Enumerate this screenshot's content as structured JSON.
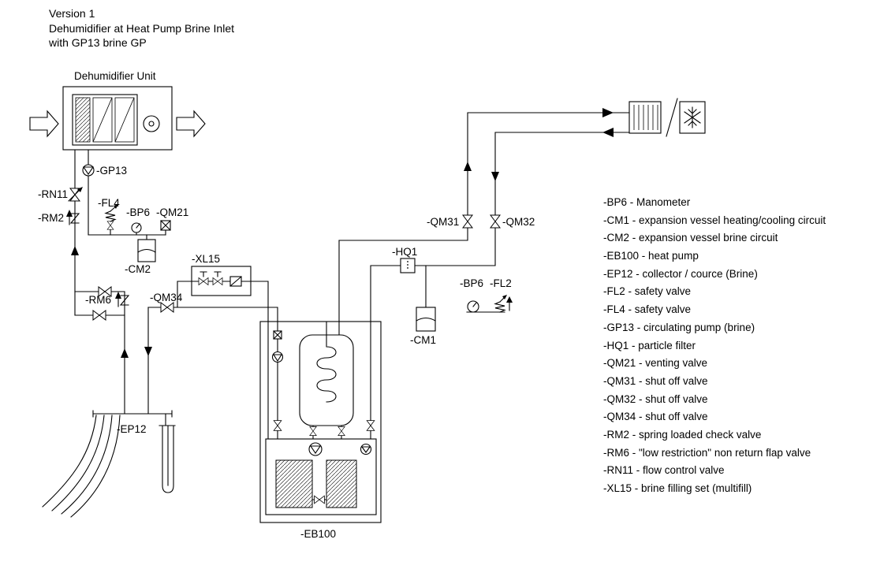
{
  "title": {
    "line1": "Version 1",
    "line2": "Dehumidifier at Heat Pump Brine Inlet",
    "line3": "with GP13 brine GP"
  },
  "diagram": {
    "dehumidifier_label": "Dehumidifier Unit",
    "components": {
      "gp13": "-GP13",
      "rn11": "-RN11",
      "rm2": "-RM2",
      "fl4": "-FL4",
      "bp6_left": "-BP6",
      "qm21": "-QM21",
      "cm2": "-CM2",
      "xl15": "-XL15",
      "rm6": "-RM6",
      "qm34": "-QM34",
      "ep12": "-EP12",
      "eb100": "-EB100",
      "hq1": "-HQ1",
      "qm31": "-QM31",
      "qm32": "-QM32",
      "cm1": "-CM1",
      "bp6_right": "-BP6",
      "fl2": "-FL2"
    }
  },
  "legend": {
    "items": [
      "-BP6 - Manometer",
      "-CM1 - expansion vessel heating/cooling circuit",
      "-CM2 - expansion vessel brine circuit",
      "-EB100 - heat pump",
      "-EP12 - collector / cource (Brine)",
      "-FL2 - safety valve",
      "-FL4 - safety valve",
      "-GP13 - circulating pump (brine)",
      "-HQ1 - particle filter",
      "-QM21 - venting valve",
      "-QM31 - shut off valve",
      "-QM32 - shut off valve",
      "-QM34 - shut off valve",
      "-RM2 - spring loaded check valve",
      "-RM6 - \"low restriction\" non return flap valve",
      "-RN11 - flow control valve",
      "-XL15 - brine filling set (multifill)"
    ]
  },
  "colors": {
    "line": "#000000",
    "background": "#ffffff"
  }
}
